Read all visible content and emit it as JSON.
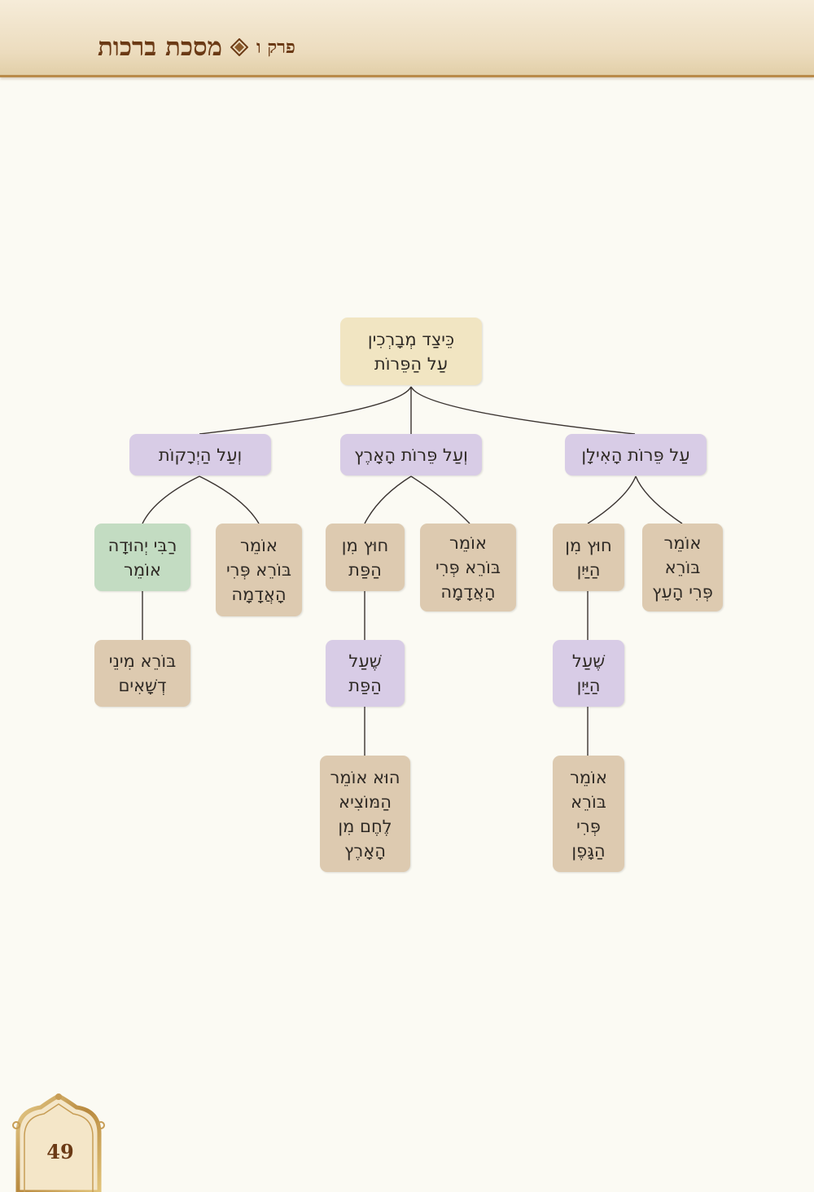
{
  "header": {
    "title": "מסכת ברכות",
    "chapter": "פרק ו"
  },
  "diagram": {
    "root": "כֵּיצַד מְבָרְכִין\nעַל הַפֵּרוֹת",
    "branch_tree_fruits": "עַל פֵּרוֹת הָאִילָן",
    "branch_earth_fruits": "וְעַל פֵּרוֹת הָאָרֶץ",
    "branch_vegetables": "וְעַל הַיְרָקוֹת",
    "tree_says": "אוֹמֵר\nבּוֹרֵא\nפְּרִי הָעֵץ",
    "tree_except_wine": "חוּץ מִן\nהַיַּיִן",
    "tree_of_wine": "שֶׁעַל\nהַיַּיִן",
    "tree_wine_blessing": "אוֹמֵר\nבּוֹרֵא\nפְּרִי\nהַגָּפֶן",
    "earth_says": "אוֹמֵר\nבּוֹרֵא פְּרִי\nהָאֲדָמָה",
    "earth_except_bread": "חוּץ מִן\nהַפַּת",
    "earth_of_bread": "שֶׁעַל\nהַפַּת",
    "earth_bread_blessing": "הוּא אוֹמֵר\nהַמּוֹצִיא\nלֶחֶם מִן\nהָאָרֶץ",
    "veg_says": "אוֹמֵר\nבּוֹרֵא פְּרִי\nהָאֲדָמָה",
    "veg_rabbi_yehuda": "רַבִּי יְהוּדָה\nאוֹמֵר",
    "veg_rabbi_blessing": "בּוֹרֵא מִינֵי\nדְשָׁאִים"
  },
  "page": {
    "number": "49"
  },
  "colors": {
    "root": "#f1e5c2",
    "purple": "#d8cce6",
    "tan": "#ddcab0",
    "green": "#c3dcc2",
    "brown_text": "#6b3a15"
  }
}
